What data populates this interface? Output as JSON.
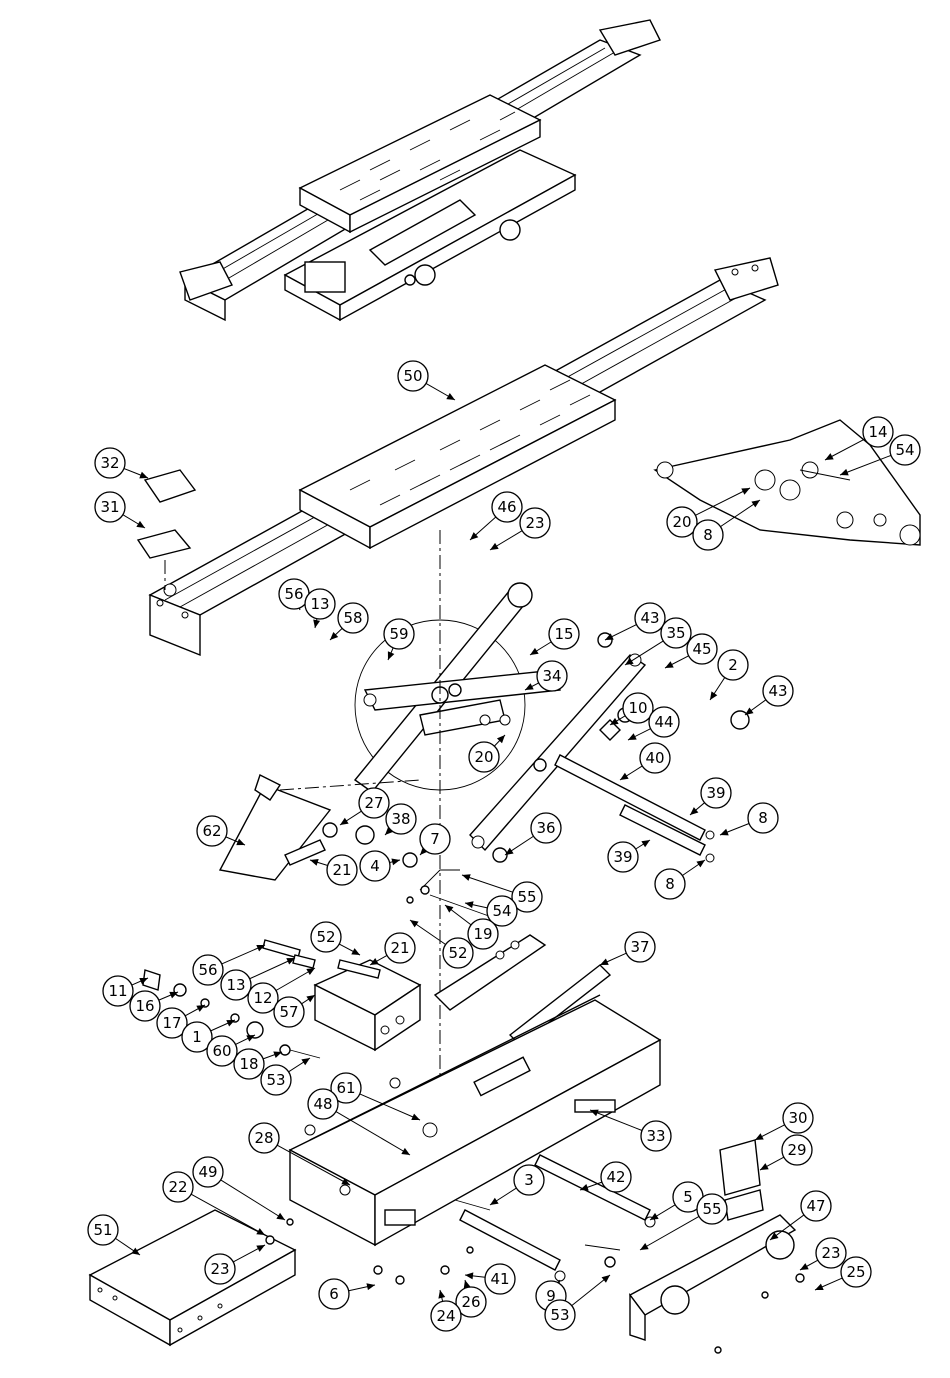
{
  "callouts": [
    {
      "id": "c50",
      "label": "50"
    },
    {
      "id": "c32",
      "label": "32"
    },
    {
      "id": "c31",
      "label": "31"
    },
    {
      "id": "c46",
      "label": "46"
    },
    {
      "id": "c23a",
      "label": "23"
    },
    {
      "id": "c14",
      "label": "14"
    },
    {
      "id": "c54a",
      "label": "54"
    },
    {
      "id": "c20a",
      "label": "20"
    },
    {
      "id": "c8a",
      "label": "8"
    },
    {
      "id": "c56a",
      "label": "56"
    },
    {
      "id": "c13a",
      "label": "13"
    },
    {
      "id": "c58",
      "label": "58"
    },
    {
      "id": "c59",
      "label": "59"
    },
    {
      "id": "c15",
      "label": "15"
    },
    {
      "id": "c43a",
      "label": "43"
    },
    {
      "id": "c35",
      "label": "35"
    },
    {
      "id": "c34",
      "label": "34"
    },
    {
      "id": "c45",
      "label": "45"
    },
    {
      "id": "c2",
      "label": "2"
    },
    {
      "id": "c43b",
      "label": "43"
    },
    {
      "id": "c10",
      "label": "10"
    },
    {
      "id": "c44",
      "label": "44"
    },
    {
      "id": "c20b",
      "label": "20"
    },
    {
      "id": "c40",
      "label": "40"
    },
    {
      "id": "c39a",
      "label": "39"
    },
    {
      "id": "c8b",
      "label": "8"
    },
    {
      "id": "c39b",
      "label": "39"
    },
    {
      "id": "c8c",
      "label": "8"
    },
    {
      "id": "c36",
      "label": "36"
    },
    {
      "id": "c27",
      "label": "27"
    },
    {
      "id": "c38",
      "label": "38"
    },
    {
      "id": "c62",
      "label": "62"
    },
    {
      "id": "c7",
      "label": "7"
    },
    {
      "id": "c21a",
      "label": "21"
    },
    {
      "id": "c4",
      "label": "4"
    },
    {
      "id": "c55a",
      "label": "55"
    },
    {
      "id": "c54b",
      "label": "54"
    },
    {
      "id": "c19",
      "label": "19"
    },
    {
      "id": "c52a",
      "label": "52"
    },
    {
      "id": "c52b",
      "label": "52"
    },
    {
      "id": "c21b",
      "label": "21"
    },
    {
      "id": "c37",
      "label": "37"
    },
    {
      "id": "c11",
      "label": "11"
    },
    {
      "id": "c56b",
      "label": "56"
    },
    {
      "id": "c16",
      "label": "16"
    },
    {
      "id": "c13b",
      "label": "13"
    },
    {
      "id": "c12",
      "label": "12"
    },
    {
      "id": "c57",
      "label": "57"
    },
    {
      "id": "c17",
      "label": "17"
    },
    {
      "id": "c1",
      "label": "1"
    },
    {
      "id": "c60",
      "label": "60"
    },
    {
      "id": "c18",
      "label": "18"
    },
    {
      "id": "c53a",
      "label": "53"
    },
    {
      "id": "c61",
      "label": "61"
    },
    {
      "id": "c48",
      "label": "48"
    },
    {
      "id": "c33",
      "label": "33"
    },
    {
      "id": "c28",
      "label": "28"
    },
    {
      "id": "c30",
      "label": "30"
    },
    {
      "id": "c29",
      "label": "29"
    },
    {
      "id": "c49",
      "label": "49"
    },
    {
      "id": "c22",
      "label": "22"
    },
    {
      "id": "c42",
      "label": "42"
    },
    {
      "id": "c3",
      "label": "3"
    },
    {
      "id": "c47",
      "label": "47"
    },
    {
      "id": "c5",
      "label": "5"
    },
    {
      "id": "c55b",
      "label": "55"
    },
    {
      "id": "c51",
      "label": "51"
    },
    {
      "id": "c23b",
      "label": "23"
    },
    {
      "id": "c23c",
      "label": "23"
    },
    {
      "id": "c25",
      "label": "25"
    },
    {
      "id": "c6",
      "label": "6"
    },
    {
      "id": "c41",
      "label": "41"
    },
    {
      "id": "c9",
      "label": "9"
    },
    {
      "id": "c26",
      "label": "26"
    },
    {
      "id": "c24",
      "label": "24"
    },
    {
      "id": "c53b",
      "label": "53"
    }
  ]
}
